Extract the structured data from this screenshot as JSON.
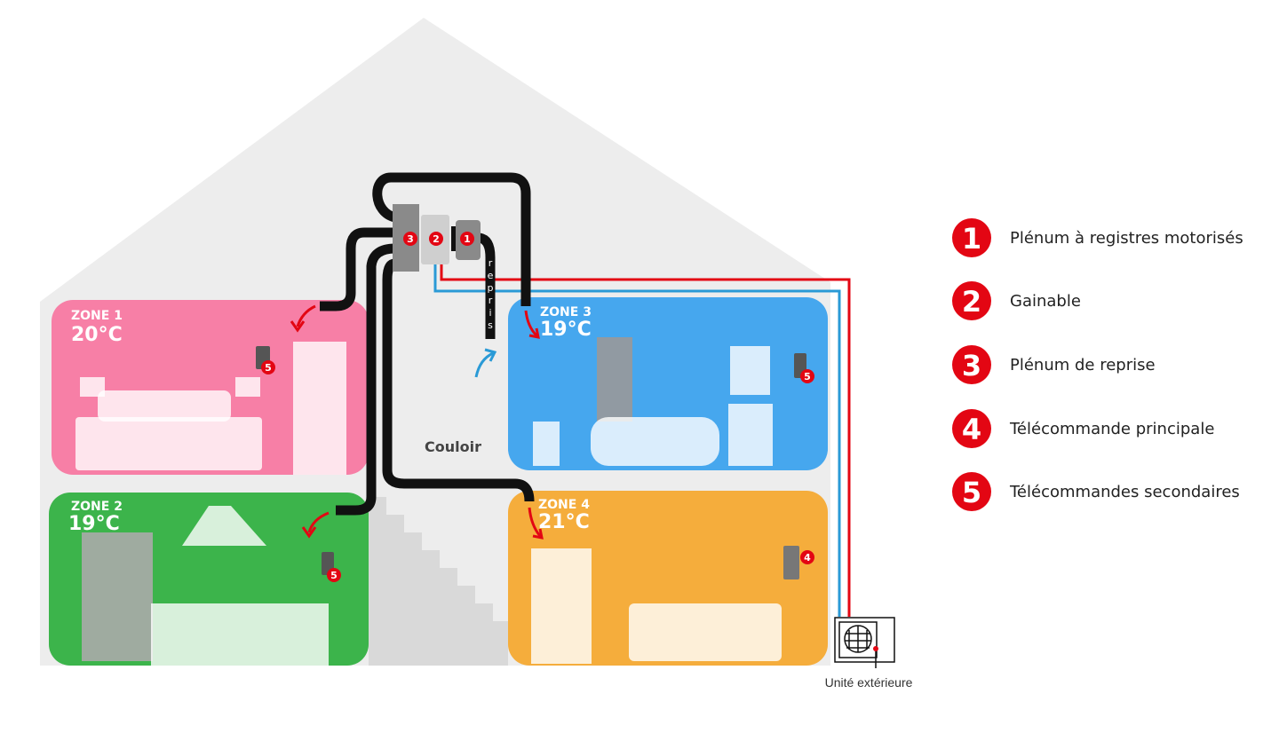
{
  "zones": [
    {
      "label": "ZONE 1",
      "temp": "20°C",
      "color": "#f77fa6"
    },
    {
      "label": "ZONE 2",
      "temp": "19°C",
      "color": "#3cb44b"
    },
    {
      "label": "ZONE 3",
      "temp": "19°C",
      "color": "#46a7ee"
    },
    {
      "label": "ZONE 4",
      "temp": "21°C",
      "color": "#f5ad3c"
    }
  ],
  "corridor": "Couloir",
  "return_label": "repris",
  "outdoor_unit": "Unité extérieure",
  "badges": [
    "1",
    "2",
    "3",
    "4",
    "5"
  ],
  "legend": [
    {
      "num": "1",
      "text": "Plénum à registres motorisés"
    },
    {
      "num": "2",
      "text": "Gainable"
    },
    {
      "num": "3",
      "text": "Plénum de reprise"
    },
    {
      "num": "4",
      "text": "Télécommande principale"
    },
    {
      "num": "5",
      "text": "Télécommandes secondaires"
    }
  ],
  "colors": {
    "accent": "#e30613",
    "house": "#ececec",
    "pipe_hot": "#e30613",
    "pipe_cold": "#2a9ad6"
  }
}
